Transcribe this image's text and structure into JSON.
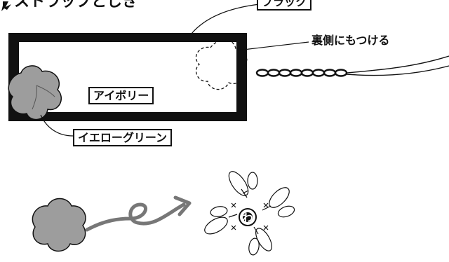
{
  "title": "ストラップとしき",
  "labels": {
    "black": "ブラック",
    "back_attach": "裏側にもつける",
    "ivory": "アイボリー",
    "yellow_green": "イエローグリーン",
    "center_char": "わ"
  },
  "colors": {
    "black": "#111111",
    "petal_gray": "#9d9d9d",
    "arrow_gray": "#777777",
    "background": "#ffffff"
  }
}
